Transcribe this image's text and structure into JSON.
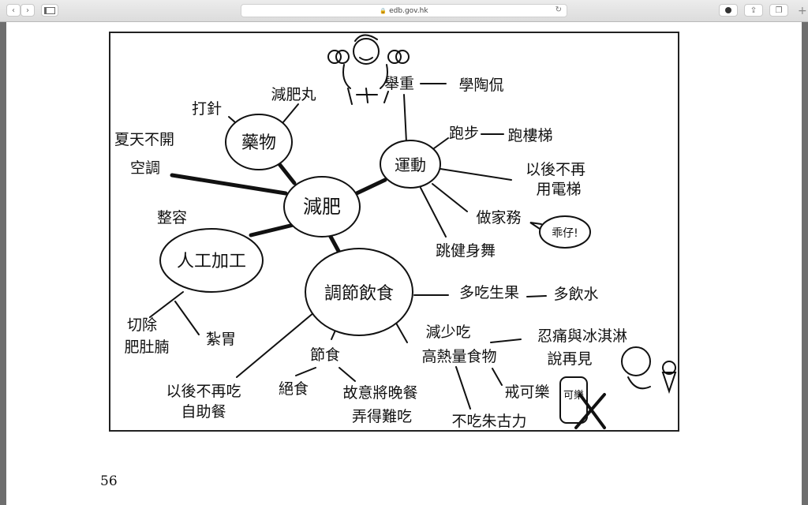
{
  "browser": {
    "url": "edb.gov.hk",
    "icons": [
      "chevron-left-icon",
      "chevron-right-icon",
      "sidebar-icon",
      "lock-icon",
      "reload-icon",
      "download-icon",
      "share-icon",
      "tabs-icon",
      "plus-icon"
    ]
  },
  "mindmap": {
    "center": "減肥",
    "branches": {
      "medicine": {
        "label": "藥物",
        "items": [
          "打針",
          "減肥丸"
        ]
      },
      "exercise": {
        "label": "運動",
        "items": [
          "舉重",
          "學陶侃",
          "跑步",
          "跑樓梯",
          "以後不再",
          "用電梯",
          "做家務",
          "乖仔!",
          "跳健身舞"
        ]
      },
      "surgery": {
        "label": "人工加工",
        "items": [
          "整容",
          "切除",
          "肥肚腩",
          "紮胃"
        ]
      },
      "diet": {
        "label": "調節飲食",
        "items": [
          "多吃生果",
          "多飲水",
          "節食",
          "絕食",
          "故意將晚餐",
          "弄得難吃",
          "以後不再吃",
          "自助餐",
          "減少吃",
          "高熱量食物",
          "忍痛與冰淇淋",
          "說再見",
          "戒可樂",
          "不吃朱古力",
          "可樂"
        ]
      },
      "aircon": {
        "items": [
          "夏天不開",
          "空調"
        ]
      }
    }
  },
  "page_number": "56"
}
